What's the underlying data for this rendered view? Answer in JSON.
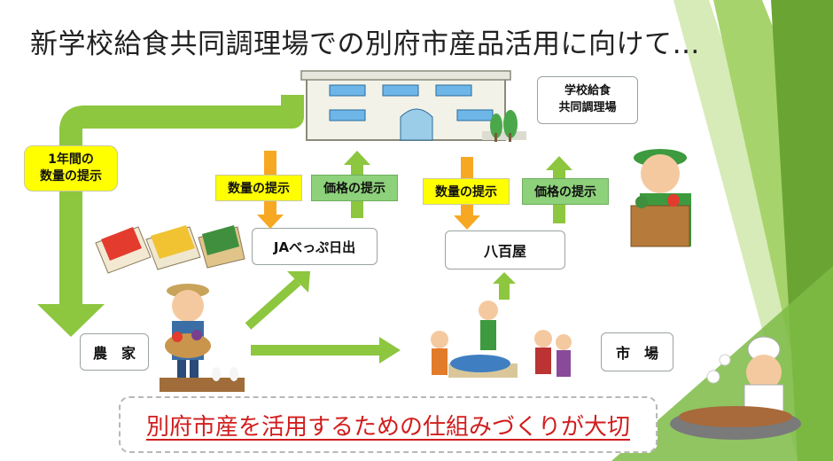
{
  "title": "新学校給食共同調理場での別府市産品活用に向けて…",
  "nodes": {
    "kitchen": "学校給食\n共同調理場",
    "ja": "JAべっぷ日出",
    "yaoya": "八百屋",
    "farmer": "農　家",
    "market": "市　場"
  },
  "flows": {
    "annual_quantity": "1年間の\n数量の提示",
    "ja_quantity": "数量の提示",
    "ja_price": "価格の提示",
    "yaoya_quantity": "数量の提示",
    "yaoya_price": "価格の提示"
  },
  "banner": "別府市産を活用するための仕組みづくりが大切",
  "colors": {
    "arrow_green": "#8dc63f",
    "arrow_orange": "#f7a823",
    "label_yellow": "#ffff00",
    "label_green": "#8dd17a",
    "banner_text": "#d21d1d"
  }
}
